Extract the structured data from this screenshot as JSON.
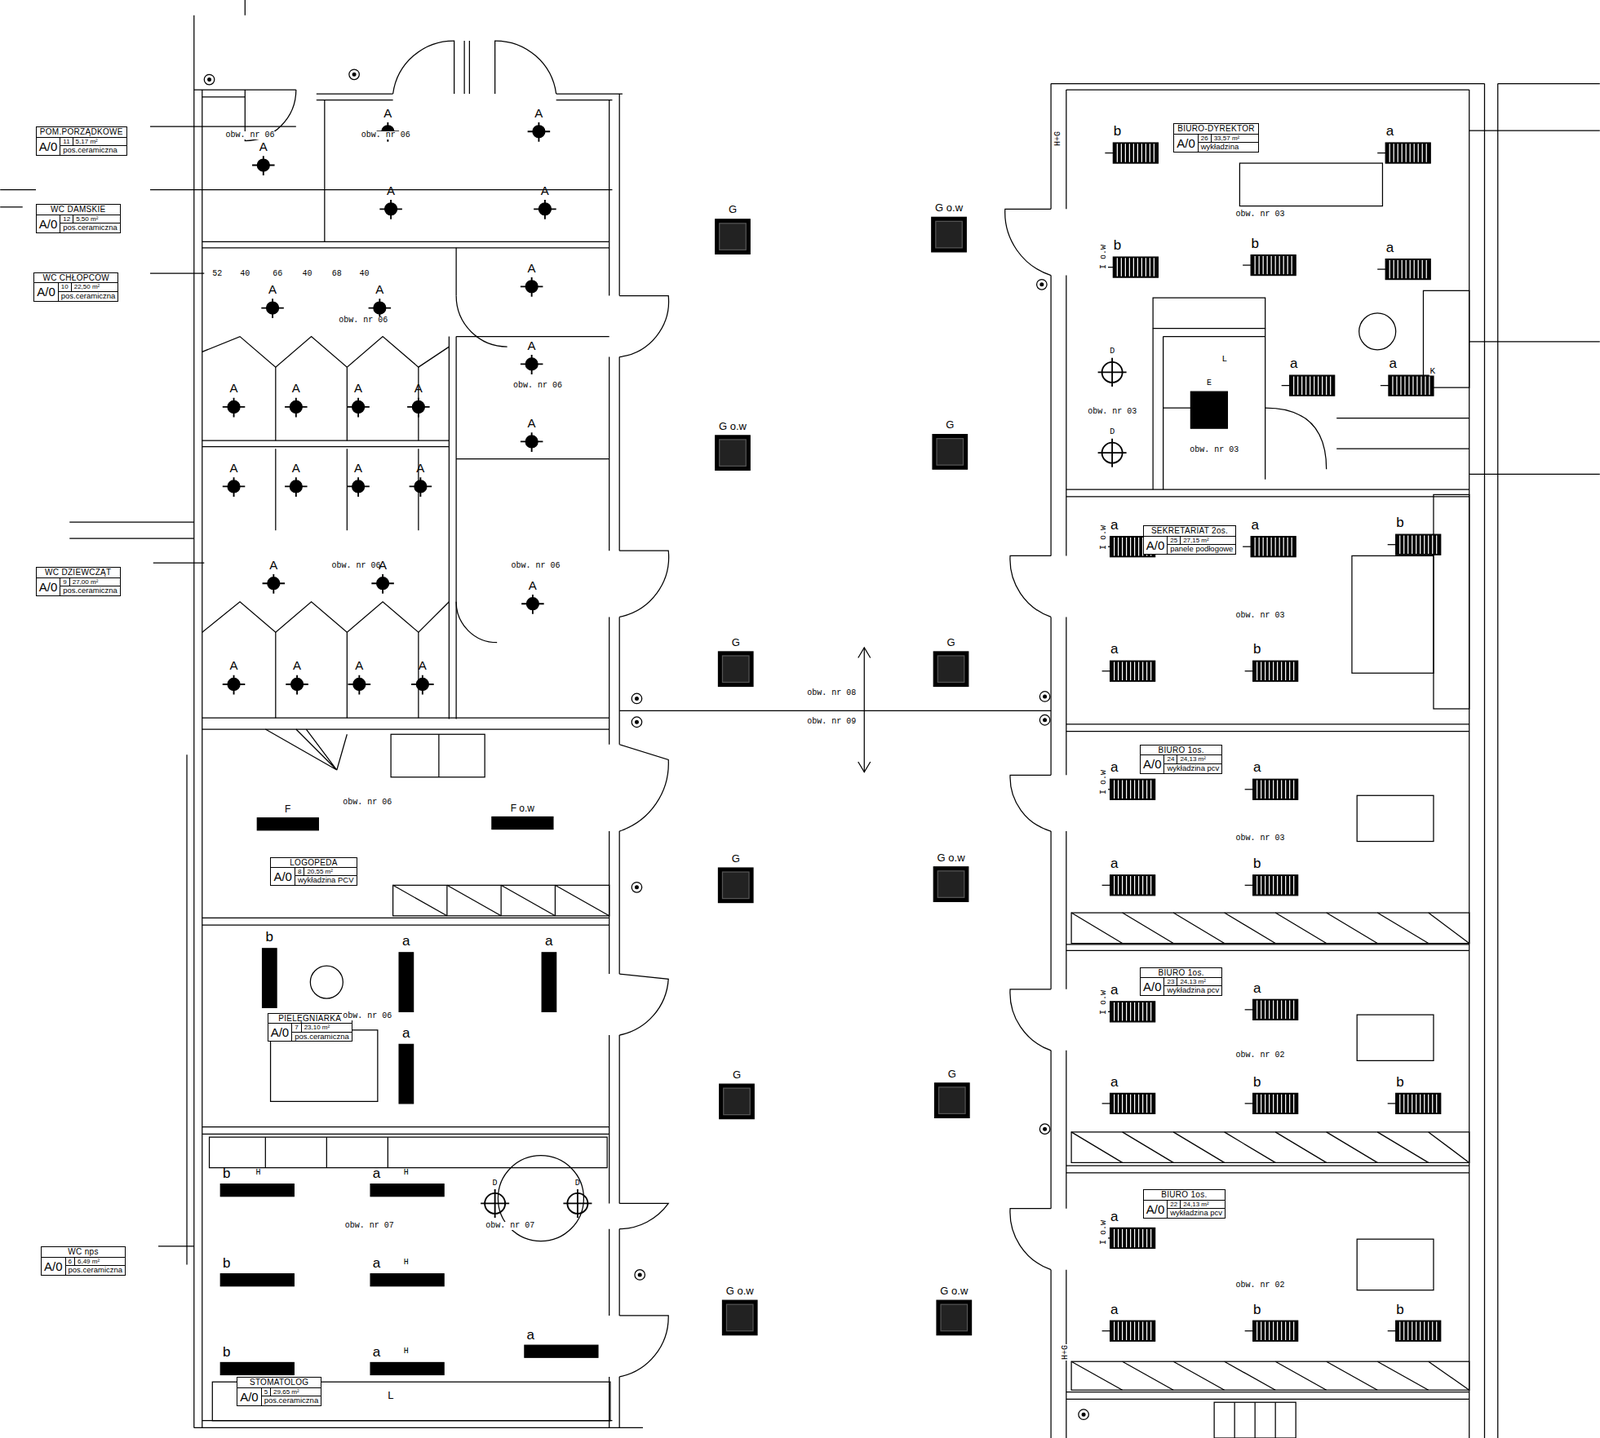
{
  "diagram": {
    "nodes": [
      {
        "text": [
          "POM.PORZĄDKOWE",
          "A/0",
          "11",
          "5,17 m²",
          "pos.ceramiczna"
        ]
      },
      {
        "text": [
          "WC DAMSKIE",
          "A/0",
          "12",
          "5,50 m²",
          "pos.ceramiczna"
        ]
      },
      {
        "text": [
          "WC CHŁOPCÓW",
          "A/0",
          "10",
          "22,50 m²",
          "pos.ceramiczna"
        ]
      },
      {
        "text": [
          "WC DZIEWCZĄT",
          "A/0",
          "9",
          "27,00 m²",
          "pos.ceramiczna"
        ]
      },
      {
        "text": [
          "LOGOPEDA",
          "A/0",
          "8",
          "20,55 m²",
          "wykładzina PCV"
        ]
      },
      {
        "text": [
          "PIELĘGNIARKA",
          "A/0",
          "7",
          "23,10 m²",
          "pos.ceramiczna"
        ]
      },
      {
        "text": [
          "WC nps",
          "A/0",
          "6",
          "6,49 m²",
          "pos.ceramiczna"
        ]
      },
      {
        "text": [
          "STOMATOLOG",
          "A/0",
          "5",
          "29,65 m²",
          "pos.ceramiczna"
        ]
      },
      {
        "text": [
          "BIURO-DYREKTOR",
          "A/0",
          "26",
          "33,57 m²",
          "wykładzina"
        ]
      },
      {
        "text": [
          "SEKRETARIAT 2os.",
          "A/0",
          "25",
          "27,15 m²",
          "panele podłogowe"
        ]
      },
      {
        "text": [
          "BIURO 1os.",
          "A/0",
          "24",
          "24,13 m²",
          "wykładzina pcv"
        ]
      },
      {
        "text": [
          "BIURO 1os.",
          "A/0",
          "23",
          "24,13 m²",
          "wykładzina pcv"
        ]
      },
      {
        "text": [
          "BIURO 1os.",
          "A/0",
          "22",
          "24,13 m²",
          "wykładzina pcv"
        ]
      }
    ],
    "labels": [
      "obw. nr 06",
      "obw. nr 06",
      "obw. nr 06",
      "obw. nr 06",
      "obw. nr 06",
      "obw. nr 06",
      "obw. nr 06",
      "obw. nr 06",
      "obw. nr 07",
      "obw. nr 07",
      "obw. nr 08",
      "obw. nr 09",
      "obw. nr 03",
      "obw. nr 03",
      "obw. nr 03",
      "obw. nr 03",
      "obw. nr 03",
      "obw. nr 02",
      "obw. nr 02",
      "52",
      "40",
      "66",
      "40",
      "68",
      "40",
      "A",
      "A",
      "A",
      "A",
      "A",
      "A",
      "A",
      "A",
      "A",
      "A",
      "A",
      "A",
      "A",
      "A",
      "A",
      "A",
      "A",
      "A",
      "A",
      "A",
      "A",
      "A",
      "A",
      "A",
      "A",
      "G",
      "G o.w",
      "G o.w",
      "G",
      "G",
      "G",
      "G",
      "G o.w",
      "G",
      "G",
      "G o.w",
      "G o.w",
      "F",
      "F o.w",
      "b",
      "a",
      "a",
      "a",
      "b",
      "H",
      "a",
      "H",
      "D",
      "D",
      "b",
      "a",
      "H",
      "b",
      "a",
      "H",
      "a",
      "b",
      "a",
      "b",
      "b",
      "a",
      "a",
      "a",
      "D",
      "D",
      "E",
      "K",
      "L",
      "a",
      "a",
      "b",
      "a",
      "b",
      "a",
      "a",
      "a",
      "b",
      "a",
      "a",
      "a",
      "b",
      "b",
      "a",
      "a",
      "b",
      "b",
      "I o.w",
      "I o.w",
      "I o.w",
      "I o.w",
      "I o.w",
      "H+G",
      "H+G",
      "L"
    ]
  }
}
